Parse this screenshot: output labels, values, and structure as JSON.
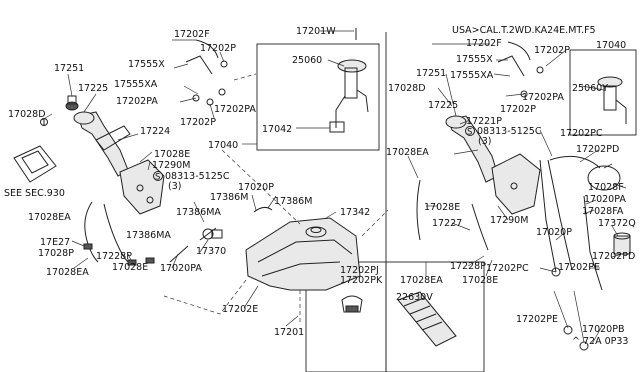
{
  "variant_note": "USA>CAL.T.2WD.KA24E.MT.F5",
  "diagram_code": "^ 72A 0P33",
  "see_section": "SEE SEC.930",
  "labels": {
    "l17202F_a": "17202F",
    "l17202P_a": "17202P",
    "l17201W": "17201W",
    "l17251_a": "17251",
    "l17555X_a": "17555X",
    "l17555XA_a": "17555XA",
    "l17202PA_a": "17202PA",
    "l17202PA_b": "17202PA",
    "l17202P_b": "17202P",
    "l25060_a": "25060",
    "l17042": "17042",
    "l17040_a": "17040",
    "l17028D_a": "17028D",
    "l17225_a": "17225",
    "l17224": "17224",
    "l17028E_a": "17028E",
    "l17290M_a": "17290M",
    "l08313_a": "08313-5125C",
    "l3_a": "(3)",
    "l17386MA_a": "17386MA",
    "l17386M_a": "17386M",
    "l17020P_a": "17020P",
    "l17386M_b": "17386M",
    "l17342": "17342",
    "l17028EA_a": "17028EA",
    "l17E27": "17E27",
    "l17028P_a": "17028P",
    "l17386MA_b": "17386MA",
    "l17370": "17370",
    "l17228P_a": "17228P",
    "l17020PA_a": "17020PA",
    "l17028EA_b": "17028EA",
    "l17028E_b": "17028E",
    "l17202E": "17202E",
    "l17201": "17201",
    "l17202PJ": "17202PJ",
    "l17202PK": "17202PK",
    "l22630V": "22630V",
    "r17202F": "17202F",
    "r17555X": "17555X",
    "r17202P_a": "17202P",
    "r17040": "17040",
    "r17251": "17251",
    "r17555XA": "17555XA",
    "r17028D": "17028D",
    "r17202PA": "17202PA",
    "r25060Y": "25060Y",
    "r17225": "17225",
    "r17202P_b": "17202P",
    "r17221P": "17221P",
    "r08313": "08313-5125C",
    "r3": "(3)",
    "r17202PC_a": "17202PC",
    "r17028EA_a": "17028EA",
    "r17202PD_a": "17202PD",
    "r17028E": "17028E",
    "r17290M": "17290M",
    "r17028F": "17028F",
    "r17020PA": "17020PA",
    "r17028FA": "17028FA",
    "r17227": "17227",
    "r17020P": "17020P",
    "r17372Q": "17372Q",
    "r17228P": "17228P",
    "r17028E_b": "17028E",
    "r17202PD_b": "17202PD",
    "r17028EA_b": "17028EA",
    "r17202PC_b": "17202PC",
    "r17202PE_a": "17202PE",
    "r17202PE_b": "17202PE",
    "r17020PB": "17020PB"
  }
}
